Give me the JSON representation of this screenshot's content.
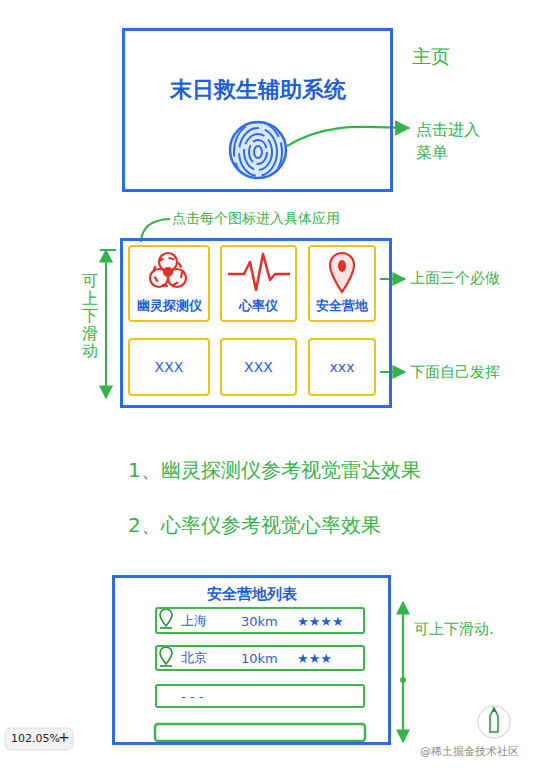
{
  "diagram": {
    "nodes": [
      {
        "text": [
          "末日救生辅助系统"
        ]
      },
      {
        "text": [
          "点击每个图标进入具体应用"
        ]
      },
      {
        "text": [
          "幽灵探测仪"
        ],
        "in": 1
      },
      {
        "text": [
          "心率仪"
        ],
        "in": 1
      },
      {
        "text": [
          "安全营地"
        ],
        "in": 1
      },
      {
        "text": [
          "XXX"
        ],
        "in": 1
      },
      {
        "text": [
          "XXX"
        ],
        "in": 1
      },
      {
        "text": [
          "xxx"
        ],
        "in": 1
      },
      {
        "text": [
          "安全营地列表"
        ]
      },
      {
        "text": [
          "上海",
          "30km",
          "★★★★"
        ],
        "in": 8
      },
      {
        "text": [
          "北京",
          "10km",
          "★★★"
        ],
        "in": 8
      },
      {
        "text": [
          "- - -"
        ],
        "in": 8
      }
    ],
    "labels": [
      "主页",
      "点击进入 菜单",
      "可上下滑动",
      "上面三个必做",
      "下面自己发挥",
      "1、幽灵探测仪参考视觉雷达效果",
      "2、心率仪参考视觉心率效果",
      "可上下滑动.",
      "102.05%",
      "+",
      "@稀土掘金技术社区"
    ]
  }
}
